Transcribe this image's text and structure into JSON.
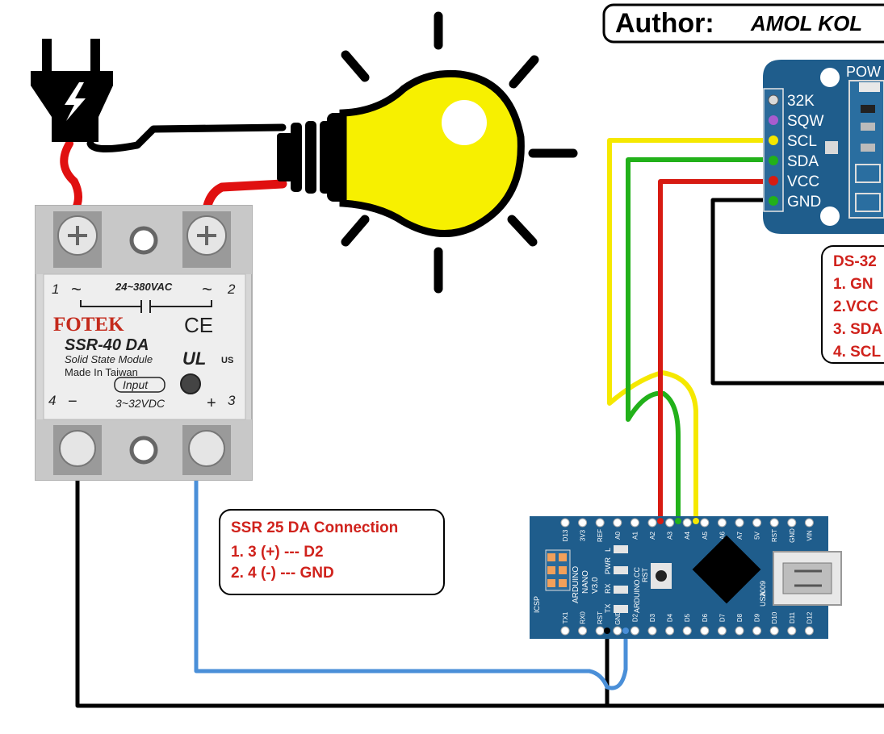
{
  "author": {
    "label": "Author:",
    "name": "AMOL KOL"
  },
  "colors": {
    "wire_black": "#000000",
    "wire_red": "#e01010",
    "wire_yellow": "#f5e800",
    "wire_green": "#22b11a",
    "wire_blue": "#4a8fd8",
    "board_blue": "#1f5d8c",
    "bulb_yellow": "#f7f000",
    "label_red": "#d0221c"
  },
  "ssr": {
    "brand": "FOTEK",
    "model": "SSR-40 DA",
    "subtitle": "Solid State Module",
    "made_in": "Made In Taiwan",
    "ac_range": "24~380VAC",
    "dc_range": "3~32VDC",
    "input_label": "Input",
    "ce_mark": "CE",
    "ul_mark": "UL",
    "us_mark": "US",
    "terminal_1": "1",
    "terminal_2": "2",
    "terminal_3": "3",
    "terminal_4": "4",
    "tilde_left": "~",
    "tilde_right": "~",
    "minus_sign": "−",
    "plus_sign": "+"
  },
  "rtc": {
    "pins": [
      "32K",
      "SQW",
      "SCL",
      "SDA",
      "VCC",
      "GND"
    ],
    "power_label": "POW"
  },
  "rtc_note": {
    "title": "DS-32",
    "lines": [
      "1. GN",
      "2.VCC",
      "3. SDA",
      "4. SCL"
    ]
  },
  "ssr_note": {
    "title": "SSR  25 DA Connection",
    "lines": [
      "1. 3 (+) --- D2",
      "2. 4 (-) --- GND"
    ]
  },
  "nano": {
    "top_pins": [
      "D13",
      "3V3",
      "REF",
      "A0",
      "A1",
      "A2",
      "A3",
      "A4",
      "A5",
      "A6",
      "A7",
      "5V",
      "RST",
      "GND",
      "VIN"
    ],
    "bottom_pins": [
      "TX1",
      "RX0",
      "RST",
      "GND",
      "D2",
      "D3",
      "D4",
      "D5",
      "D6",
      "D7",
      "D8",
      "D9",
      "D10",
      "D11",
      "D12"
    ],
    "name": "ARDUINO",
    "sub": "NANO",
    "version": "V3.0",
    "cc": "ARDUINO.CC",
    "year": "2009",
    "country": "USA",
    "icsp": "ICSP",
    "led_labels": [
      "L",
      "PWR",
      "RX",
      "TX"
    ],
    "rst_label": "RST"
  }
}
